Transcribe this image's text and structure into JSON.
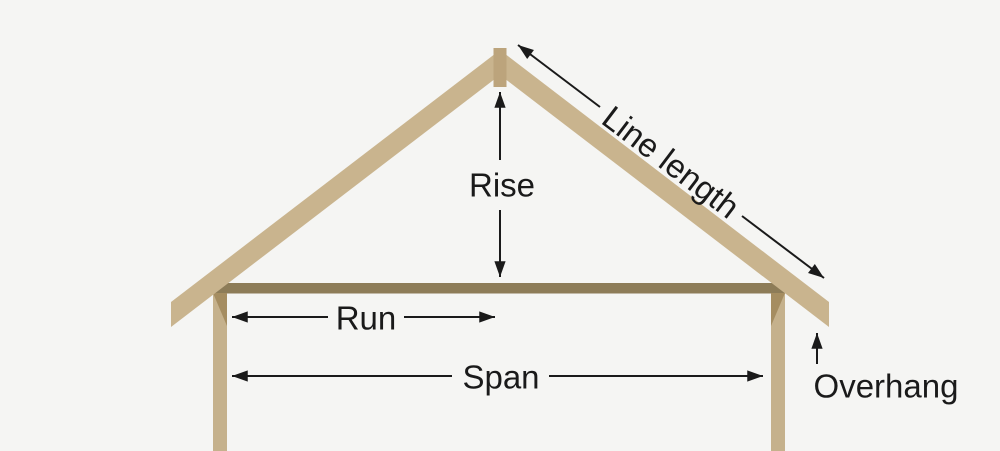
{
  "labels": {
    "rise": "Rise",
    "run": "Run",
    "span": "Span",
    "line_length": "Line length",
    "overhang": "Overhang"
  },
  "colors": {
    "background": "#F5F5F3",
    "rafter": "#C9B48E",
    "ridge_board": "#BCA47C",
    "joist": "#8D7C58",
    "stud": "#C5B18C",
    "seat_shadow": "#A58D61",
    "arrow": "#1A1A1A",
    "text": "#1A1A1A"
  }
}
